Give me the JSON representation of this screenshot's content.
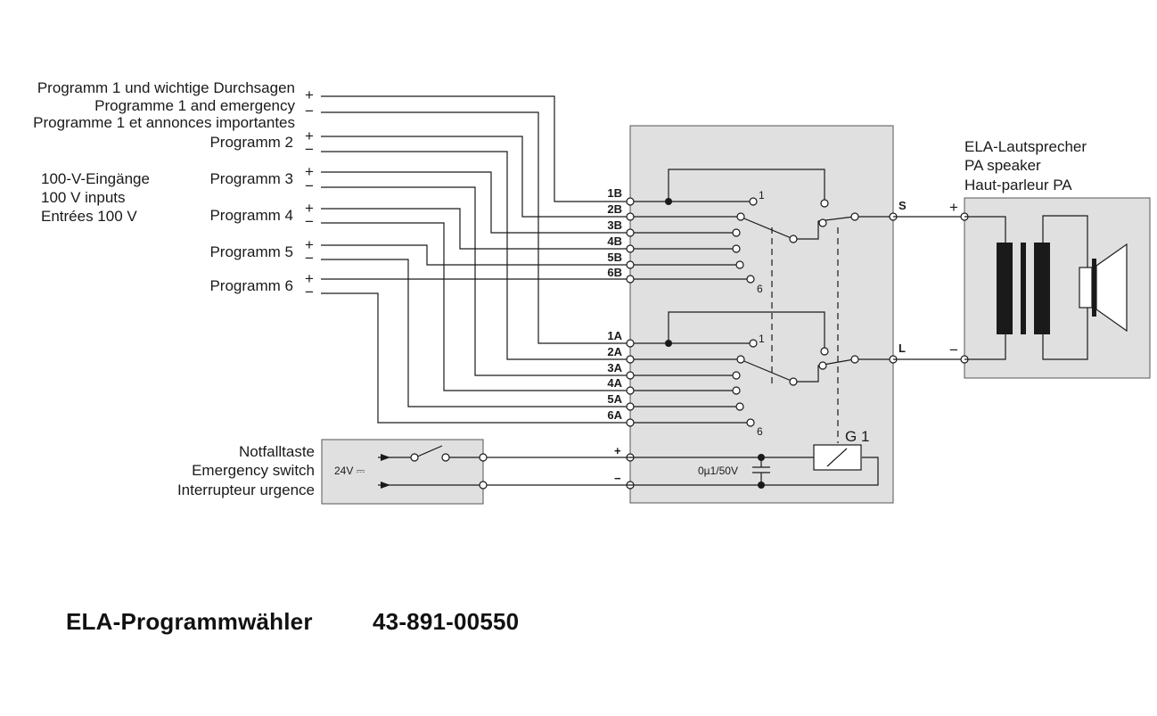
{
  "inputs": {
    "program1": [
      "Programm 1 und wichtige Durchsagen",
      "Programme 1 and emergency",
      "Programme 1 et annonces importantes"
    ],
    "program2": "Programm 2",
    "program3": "Programm 3",
    "program4": "Programm 4",
    "program5": "Programm 5",
    "program6": "Programm 6",
    "group": [
      "100-V-Eingänge",
      "100 V inputs",
      "Entrées 100 V"
    ],
    "plus": "+",
    "minus": "−"
  },
  "terminals": {
    "b": [
      "1B",
      "2B",
      "3B",
      "4B",
      "5B",
      "6B"
    ],
    "a": [
      "1A",
      "2A",
      "3A",
      "4A",
      "5A",
      "6A"
    ],
    "pos1": "1",
    "pos6": "6",
    "s": "S",
    "l": "L",
    "plus": "+",
    "minus": "−"
  },
  "relay": {
    "label": "G 1",
    "capacitor": "0µ1/50V"
  },
  "speaker": {
    "label": [
      "ELA-Lautsprecher",
      "PA speaker",
      "Haut-parleur PA"
    ],
    "plus": "+",
    "minus": "−"
  },
  "emergency": {
    "label": [
      "Notfalltaste",
      "Emergency switch",
      "Interrupteur urgence"
    ],
    "voltage": "24V ⎓"
  },
  "footer": {
    "title": "ELA-Programmwähler",
    "code": "43-891-00550"
  }
}
